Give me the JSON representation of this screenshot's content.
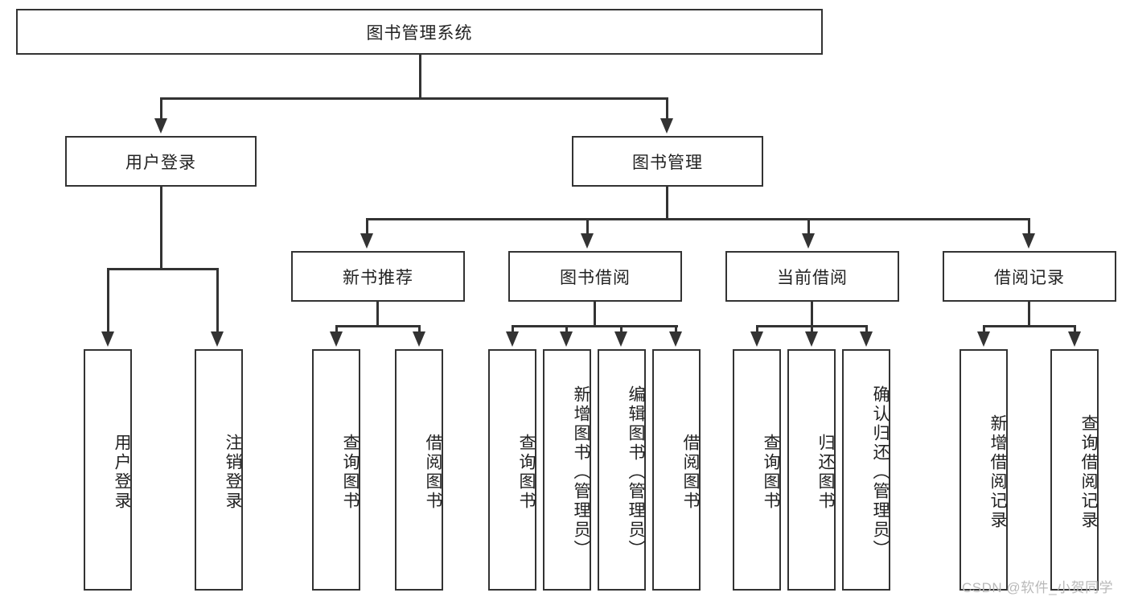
{
  "diagram": {
    "title": "图书管理系统",
    "root": {
      "id": "root",
      "label": "图书管理系统"
    },
    "level1": [
      {
        "id": "user-login",
        "label": "用户登录"
      },
      {
        "id": "book-manage",
        "label": "图书管理"
      }
    ],
    "level2": [
      {
        "id": "new-book-rec",
        "label": "新书推荐"
      },
      {
        "id": "book-borrow",
        "label": "图书借阅"
      },
      {
        "id": "current-borrow",
        "label": "当前借阅"
      },
      {
        "id": "borrow-record",
        "label": "借阅记录"
      }
    ],
    "leaves": {
      "user_login": [
        {
          "id": "leaf-user-login",
          "label": "用户登录"
        },
        {
          "id": "leaf-user-logout",
          "label": "注销登录"
        }
      ],
      "new_book_rec": [
        {
          "id": "leaf-query-book-1",
          "label": "查询图书"
        },
        {
          "id": "leaf-borrow-book-1",
          "label": "借阅图书"
        }
      ],
      "book_borrow": [
        {
          "id": "leaf-query-book-2",
          "label": "查询图书"
        },
        {
          "id": "leaf-add-book",
          "label": "新增图书（管理员）"
        },
        {
          "id": "leaf-edit-book",
          "label": "编辑图书（管理员）"
        },
        {
          "id": "leaf-borrow-book-2",
          "label": "借阅图书"
        }
      ],
      "current_borrow": [
        {
          "id": "leaf-query-book-3",
          "label": "查询图书"
        },
        {
          "id": "leaf-return-book",
          "label": "归还图书"
        },
        {
          "id": "leaf-confirm-return",
          "label": "确认归还（管理员）"
        }
      ],
      "borrow_record": [
        {
          "id": "leaf-add-record",
          "label": "新增借阅记录"
        },
        {
          "id": "leaf-query-record",
          "label": "查询借阅记录"
        }
      ]
    },
    "colors": {
      "stroke": "#333333",
      "fill": "#ffffff",
      "text": "#222222",
      "watermark": "#b9b9b9"
    }
  },
  "watermark": {
    "text": "CSDN @软件_小贺同学"
  }
}
